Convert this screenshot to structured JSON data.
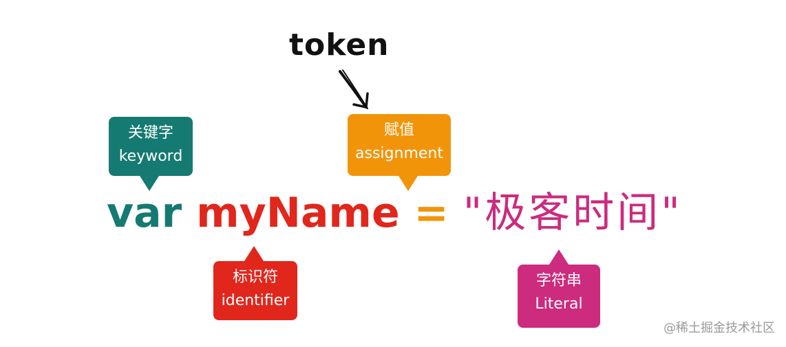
{
  "token_label": "token",
  "code": {
    "keyword": "var",
    "identifier": "myName",
    "assign": "=",
    "literal": "\"极客时间\""
  },
  "callouts": {
    "keyword": {
      "zh": "关键字",
      "en": "keyword",
      "color": "#157a72"
    },
    "assignment": {
      "zh": "赋值",
      "en": "assignment",
      "color": "#f2940a"
    },
    "identifier": {
      "zh": "标识符",
      "en": "identifier",
      "color": "#e1261c"
    },
    "literal": {
      "zh": "字符串",
      "en": "Literal",
      "color": "#cc2b7e"
    }
  },
  "watermark": "@稀土掘金技术社区"
}
